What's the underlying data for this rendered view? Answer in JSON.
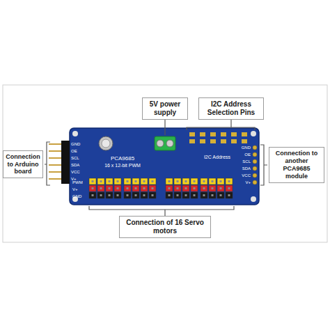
{
  "diagram": {
    "nodes": [
      {
        "text": [
          "5V power supply"
        ]
      },
      {
        "text": [
          "I2C Address Selection Pins"
        ]
      },
      {
        "text": [
          "Connection to Arduino board"
        ]
      },
      {
        "text": [
          "Connection to another PCA9685 module"
        ]
      },
      {
        "text": [
          "Connection of 16 Servo motors"
        ]
      }
    ],
    "labels": [
      "PCA9685",
      "16 x 12-bit PWM",
      "I2C Address",
      "PWM",
      "V+",
      "GND",
      "GND",
      "OE",
      "SCL",
      "SDA",
      "VCC",
      "V+",
      "GND",
      "OE",
      "SCL",
      "SDA",
      "VCC",
      "V+"
    ]
  }
}
